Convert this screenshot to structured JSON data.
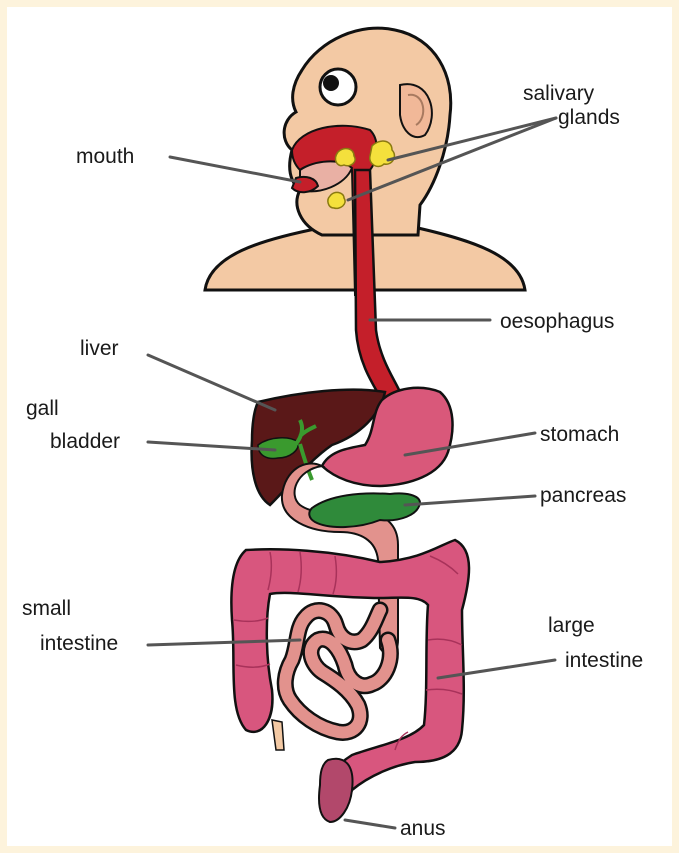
{
  "labels": {
    "mouth": "mouth",
    "salivary_1": "salivary",
    "salivary_2": "glands",
    "oesophagus": "oesophagus",
    "liver": "liver",
    "gall_1": "gall",
    "gall_2": "bladder",
    "stomach": "stomach",
    "pancreas": "pancreas",
    "small_1": "small",
    "small_2": "intestine",
    "large_1": "large",
    "large_2": "intestine",
    "anus": "anus"
  },
  "colors": {
    "skin": "#f3c9a4",
    "oesophagus": "#c41f2a",
    "liver": "#5a1818",
    "stomach": "#d9587a",
    "large_intestine": "#d8567e",
    "small_intestine": "#e2928d",
    "pancreas": "#2f8a3a",
    "gall_bladder": "#3a9a2e",
    "salivary": "#f4e03c"
  }
}
